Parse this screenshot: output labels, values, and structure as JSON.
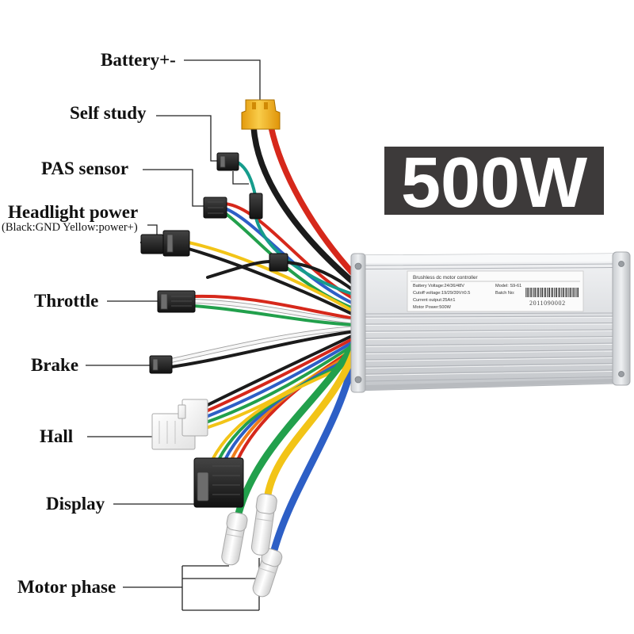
{
  "badge": {
    "text": "500W"
  },
  "labels": {
    "battery": "Battery+-",
    "self_study": "Self study",
    "pas_sensor": "PAS sensor",
    "headlight_power": "Headlight power",
    "headlight_note": "(Black:GND Yellow:power+)",
    "throttle": "Throttle",
    "brake": "Brake",
    "hall": "Hall",
    "display": "Display",
    "motor_phase": "Motor phase"
  },
  "controller_label": {
    "title": "Brushless dc motor controller",
    "battery_voltage": "Battery Voltage:24/36/48V",
    "model": "Model: S9-61",
    "cutoff_voltage": "Cutoff voltage:19/29/39V±0.5",
    "batch_label": "Batch No:",
    "current_output": "Current output:25A±1",
    "batch_number": "2011090002",
    "motor_power": "Motor Power:500W"
  },
  "colors": {
    "badge_bg": "#3d3a3a",
    "badge_text": "#ffffff",
    "wire_red": "#d6281b",
    "wire_black": "#1b1b1b",
    "wire_yellow": "#f2c417",
    "wire_green": "#22a04c",
    "wire_blue": "#2d5fc6",
    "wire_teal": "#169c8c",
    "wire_orange": "#ef7d1a",
    "wire_white": "#f6f6f6"
  }
}
